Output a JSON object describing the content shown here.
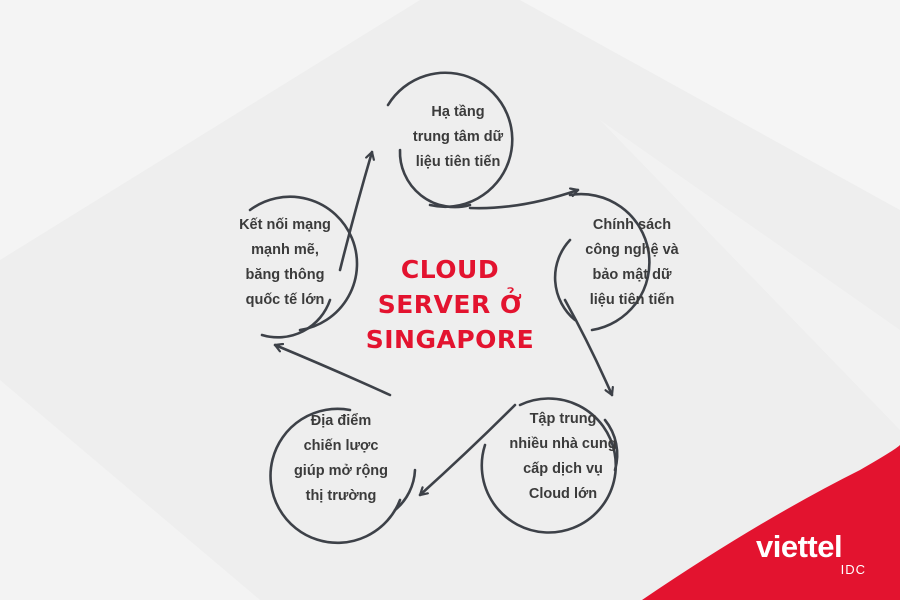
{
  "center": {
    "lines": [
      "CLOUD",
      "SERVER Ở",
      "SINGAPORE"
    ]
  },
  "nodes": [
    {
      "id": "top",
      "lines": [
        "Hạ tầng",
        "trung tâm dữ",
        "liệu tiên tiến"
      ]
    },
    {
      "id": "right",
      "lines": [
        "Chính sách",
        "công nghệ và",
        "bảo mật dữ",
        "liệu tiên tiến"
      ]
    },
    {
      "id": "bottom-right",
      "lines": [
        "Tập trung",
        "nhiều nhà cung",
        "cấp dịch vụ",
        "Cloud lớn"
      ]
    },
    {
      "id": "bottom-left",
      "lines": [
        "Địa điểm",
        "chiến lược",
        "giúp mở rộng",
        "thị trường"
      ]
    },
    {
      "id": "left",
      "lines": [
        "Kết nối mạng",
        "mạnh mẽ,",
        "băng thông",
        "quốc tế lớn"
      ]
    }
  ],
  "brand": {
    "name": "viettel",
    "sub": "IDC"
  },
  "colors": {
    "accent": "#e3132f",
    "stroke": "#3d4148",
    "text": "#3b3b3b",
    "background": "#efefef"
  }
}
